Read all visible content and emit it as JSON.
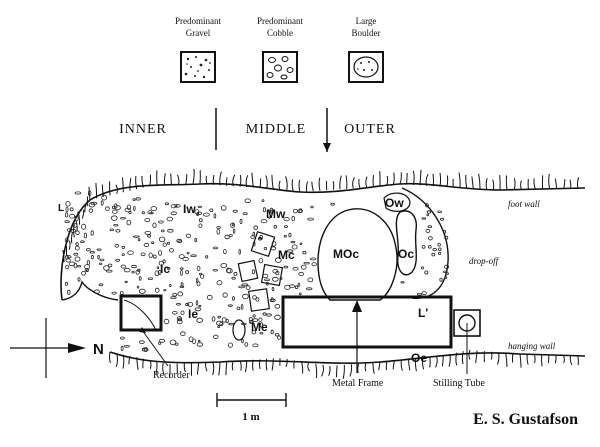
{
  "legend": [
    {
      "line1": "Predominant",
      "line2": "Gravel"
    },
    {
      "line1": "Predominant",
      "line2": "Cobble"
    },
    {
      "line1": "Large",
      "line2": "Boulder"
    }
  ],
  "zones": {
    "inner": "INNER",
    "middle": "MIDDLE",
    "outer": "OUTER"
  },
  "codes": {
    "Iw": "Iw",
    "Ic": "Ic",
    "Ie": "Ie",
    "Mw": "Mw",
    "Mc": "Mc",
    "Me": "Me",
    "MOc": "MOc",
    "Ow": "Ow",
    "Oc": "Oc",
    "Oe": "Oe",
    "Lprime": "L'",
    "L": "L"
  },
  "sides": {
    "foot_wall": "foot wall",
    "drop_off": "drop-off",
    "hanging_wall": "hanging wall"
  },
  "callouts": {
    "recorder": "Recorder",
    "metal_frame": "Metal Frame",
    "stilling_tube": "Stilling Tube"
  },
  "north": "N",
  "scale": "1 m",
  "credit": "E. S. Gustafson"
}
